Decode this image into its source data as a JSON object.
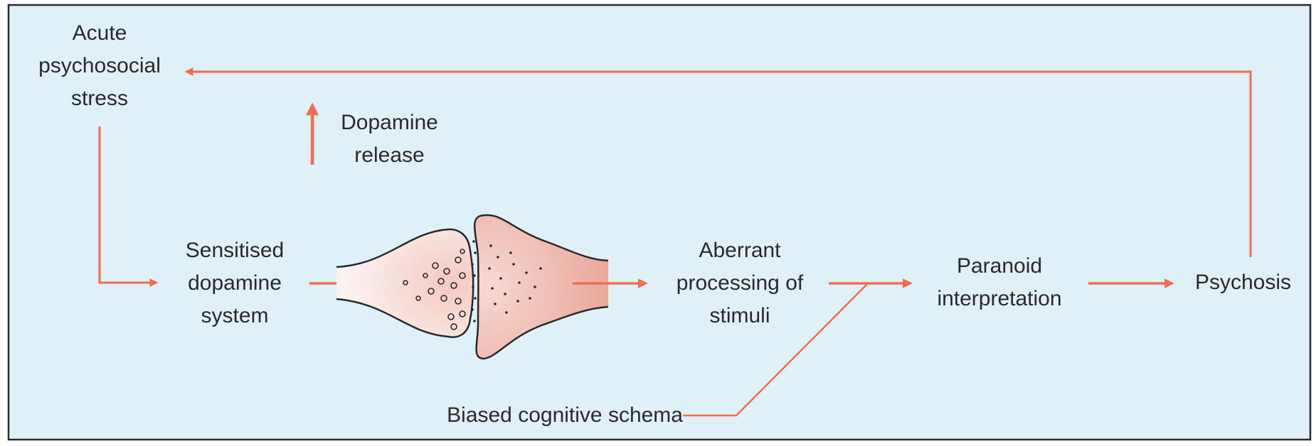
{
  "figure": {
    "nodes": {
      "stress": "Acute\npsychosocial\nstress",
      "dopamine_release": "Dopamine\nrelease",
      "sensitised": "Sensitised\ndopamine\nsystem",
      "aberrant": "Aberrant\nprocessing of\nstimuli",
      "paranoid": "Paranoid\ninterpretation",
      "psychosis": "Psychosis",
      "biased": "Biased cognitive schema"
    },
    "colors": {
      "background": "#dff0f8",
      "border": "#2a2a2a",
      "arrow": "#f26d4f",
      "synapse_fill": "#f3c9c0",
      "text": "#2a2a2a"
    }
  }
}
